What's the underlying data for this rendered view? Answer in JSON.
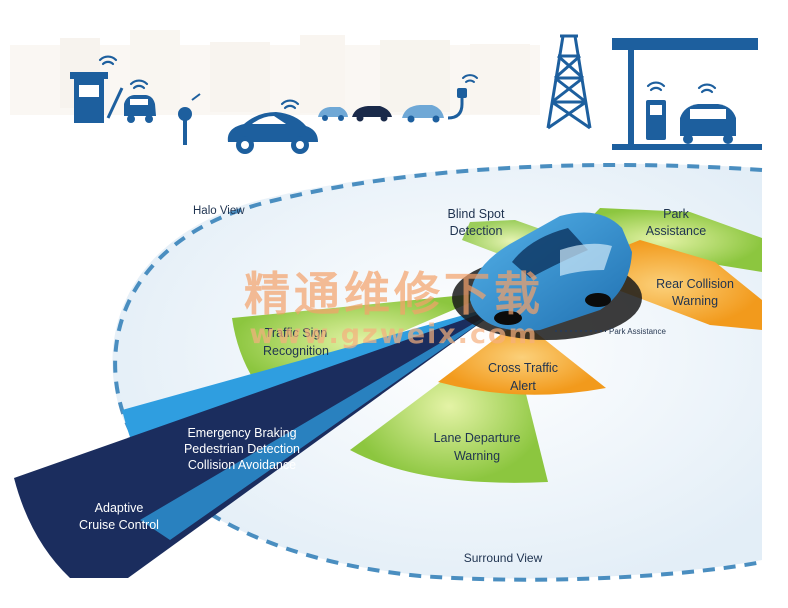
{
  "labels": {
    "halo_view": "Halo View",
    "blind_spot_1": "Blind Spot",
    "blind_spot_2": "Detection",
    "park_assist_1": "Park",
    "park_assist_2": "Assistance",
    "rear_collision_1": "Rear Collision",
    "rear_collision_2": "Warning",
    "park_assistance_callout": "Park Assistance",
    "sign_recognition_1": "Traffic Sign",
    "sign_recognition_2": "Recognition",
    "cross_traffic_1": "Cross Traffic",
    "cross_traffic_2": "Alert",
    "emergency_1": "Emergency Braking",
    "emergency_2": "Pedestrian Detection",
    "emergency_3": "Collision Avoidance",
    "lane_departure_1": "Lane Departure",
    "lane_departure_2": "Warning",
    "adaptive_1": "Adaptive",
    "adaptive_2": "Cruise Control",
    "surround_view": "Surround View"
  },
  "watermark": {
    "chinese": "精通维修下载",
    "url": "www.gzweix.com"
  },
  "colors": {
    "icon_blue": "#1d5f9e",
    "car_blue": "#2c86c8",
    "halo_dash": "#4a8ec0",
    "orange_zone": "#f5a623",
    "green_zone": "#9ccf3c",
    "dark_beam": "#1b2d5e",
    "light_beam": "#2f9ee0"
  }
}
